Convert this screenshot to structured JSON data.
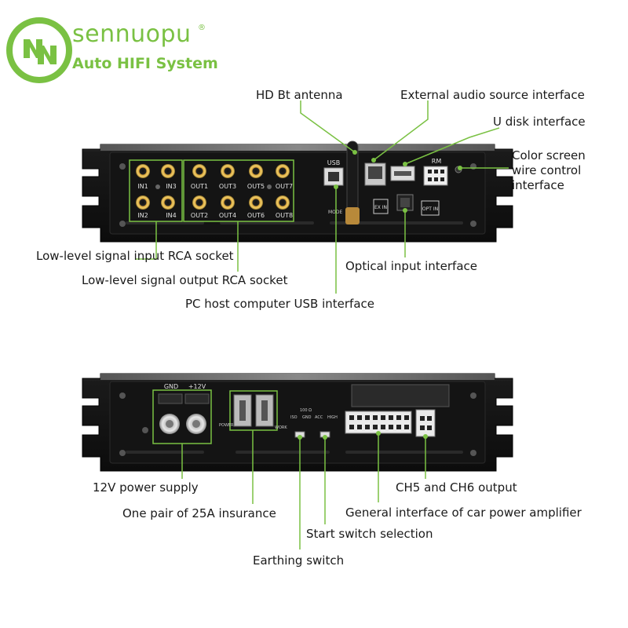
{
  "brand": {
    "name": "sennuopu",
    "registered_mark": "®",
    "subtitle": "Auto HIFI System",
    "accent_color": "#7ac143"
  },
  "top_panel": {
    "port_labels": {
      "in1": "IN1",
      "in2": "IN2",
      "in3": "IN3",
      "in4": "IN4",
      "out1": "OUT1",
      "out2": "OUT2",
      "out3": "OUT3",
      "out4": "OUT4",
      "out5": "OUT5",
      "out6": "OUT6",
      "out7": "OUT7",
      "out8": "OUT8",
      "usb": "USB",
      "ex_in": "EX IN",
      "opt_in": "OPT IN",
      "rm": "RM",
      "mode": "MODE"
    },
    "callouts": {
      "hd_bt_antenna": "HD Bt antenna",
      "external_audio": "External audio source interface",
      "u_disk": "U disk interface",
      "color_screen_1": "Color screen",
      "color_screen_2": "wire control",
      "color_screen_3": "interface",
      "low_input": "Low-level signal input RCA socket",
      "low_output": "Low-level signal output RCA socket",
      "optical_input": "Optical input interface",
      "pc_usb": "PC host computer USB interface"
    }
  },
  "bottom_panel": {
    "port_labels": {
      "gnd": "GND",
      "plus12v": "+12V",
      "power": "POWER",
      "work": "WORK",
      "ohm": "100 Ω",
      "iso": "ISO",
      "gnd2": "GND",
      "acc": "ACC",
      "high": "HIGH"
    },
    "callouts": {
      "power_supply": "12V power supply",
      "insurance": "One pair of 25A insurance",
      "earthing": "Earthing switch",
      "start_switch": "Start switch selection",
      "general_interface": "General interface of car power amplifier",
      "ch56": "CH5 and CH6 output"
    }
  }
}
